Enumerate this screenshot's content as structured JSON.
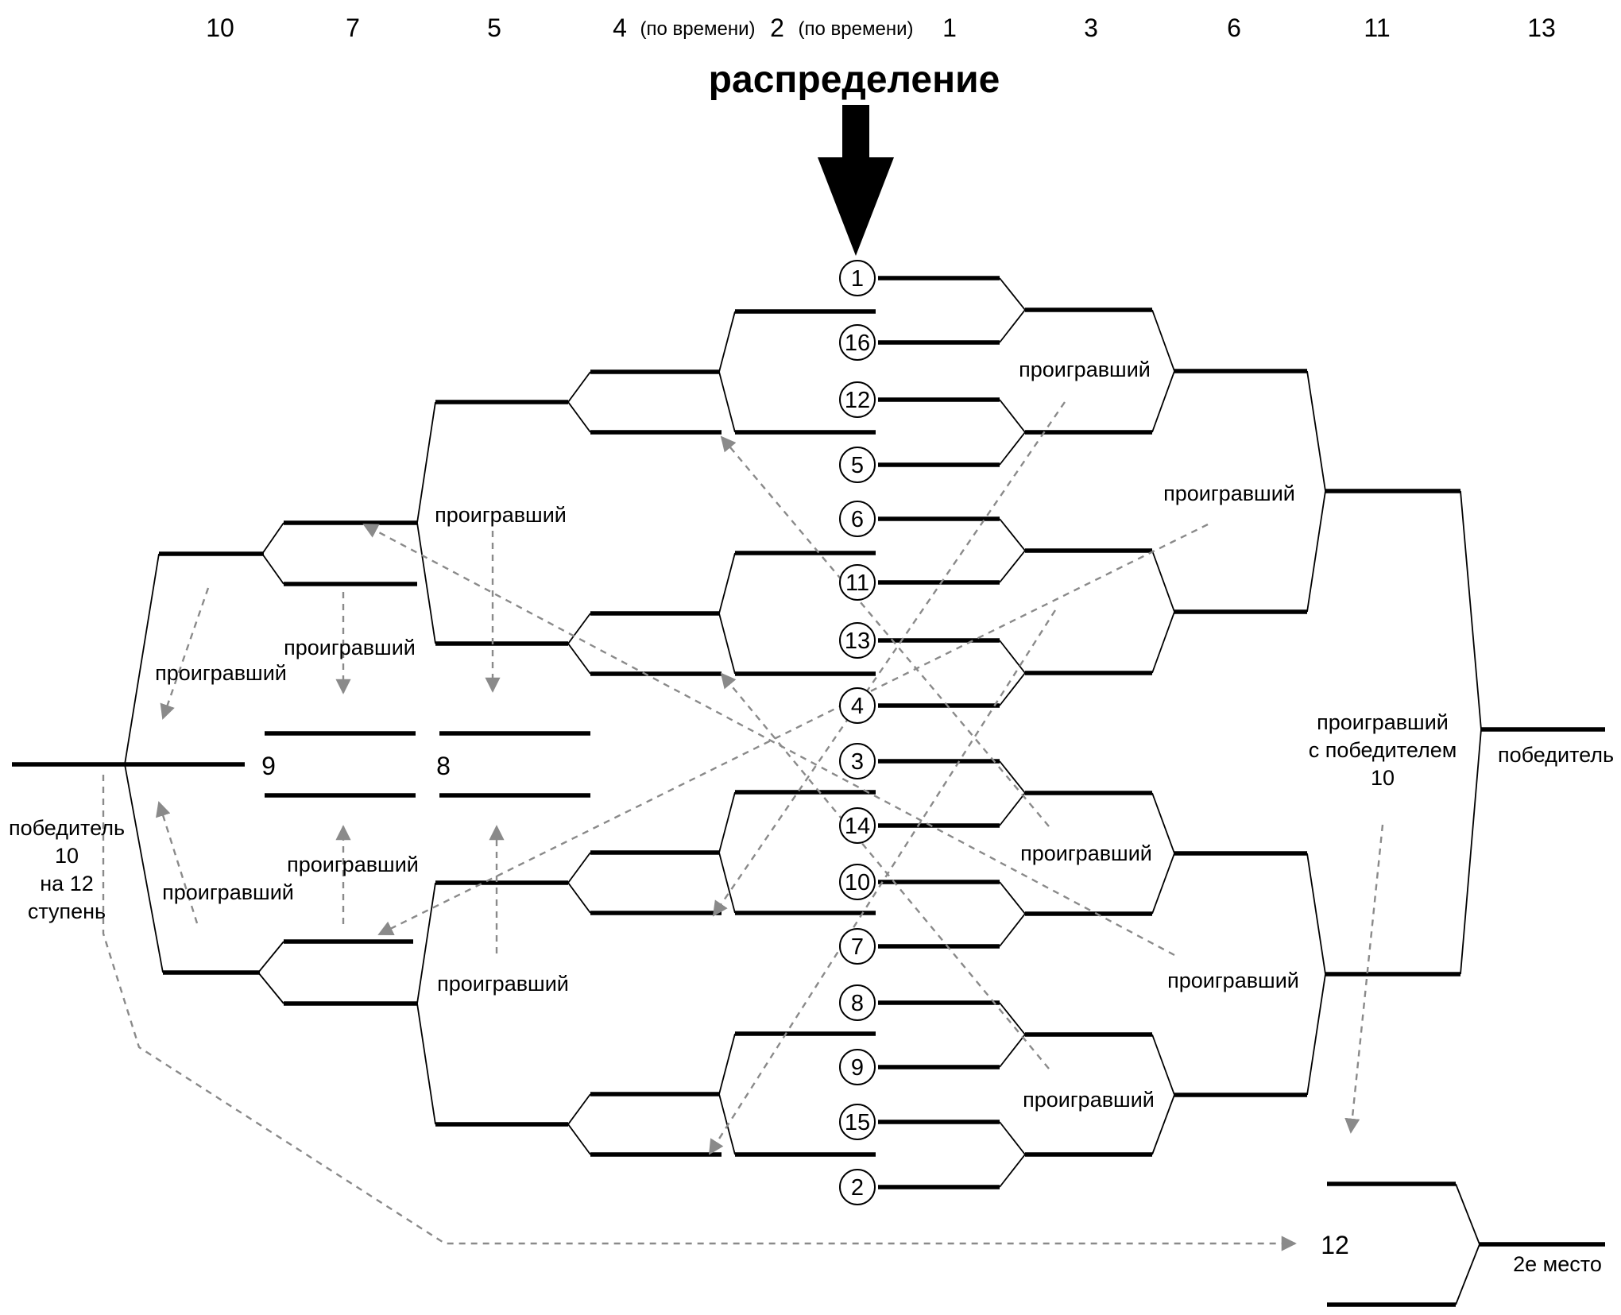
{
  "step_numbers": [
    "10",
    "7",
    "5",
    "4",
    "(по времени)",
    "2",
    "(по времени)",
    "1",
    "3",
    "6",
    "11",
    "13"
  ],
  "title": "распределение",
  "seeds": [
    "1",
    "16",
    "12",
    "5",
    "6",
    "11",
    "13",
    "4",
    "3",
    "14",
    "10",
    "7",
    "8",
    "9",
    "15",
    "2"
  ],
  "loser_label": "проигравший",
  "loser_with_winner_10": [
    "проигравший",
    "с победителем",
    "10"
  ],
  "winner_label": "победитель",
  "winner_10_to_12": [
    "победитель",
    "10",
    "на 12",
    "ступень"
  ],
  "stage_9": "9",
  "stage_8": "8",
  "stage_12": "12",
  "second_place": "2е место"
}
